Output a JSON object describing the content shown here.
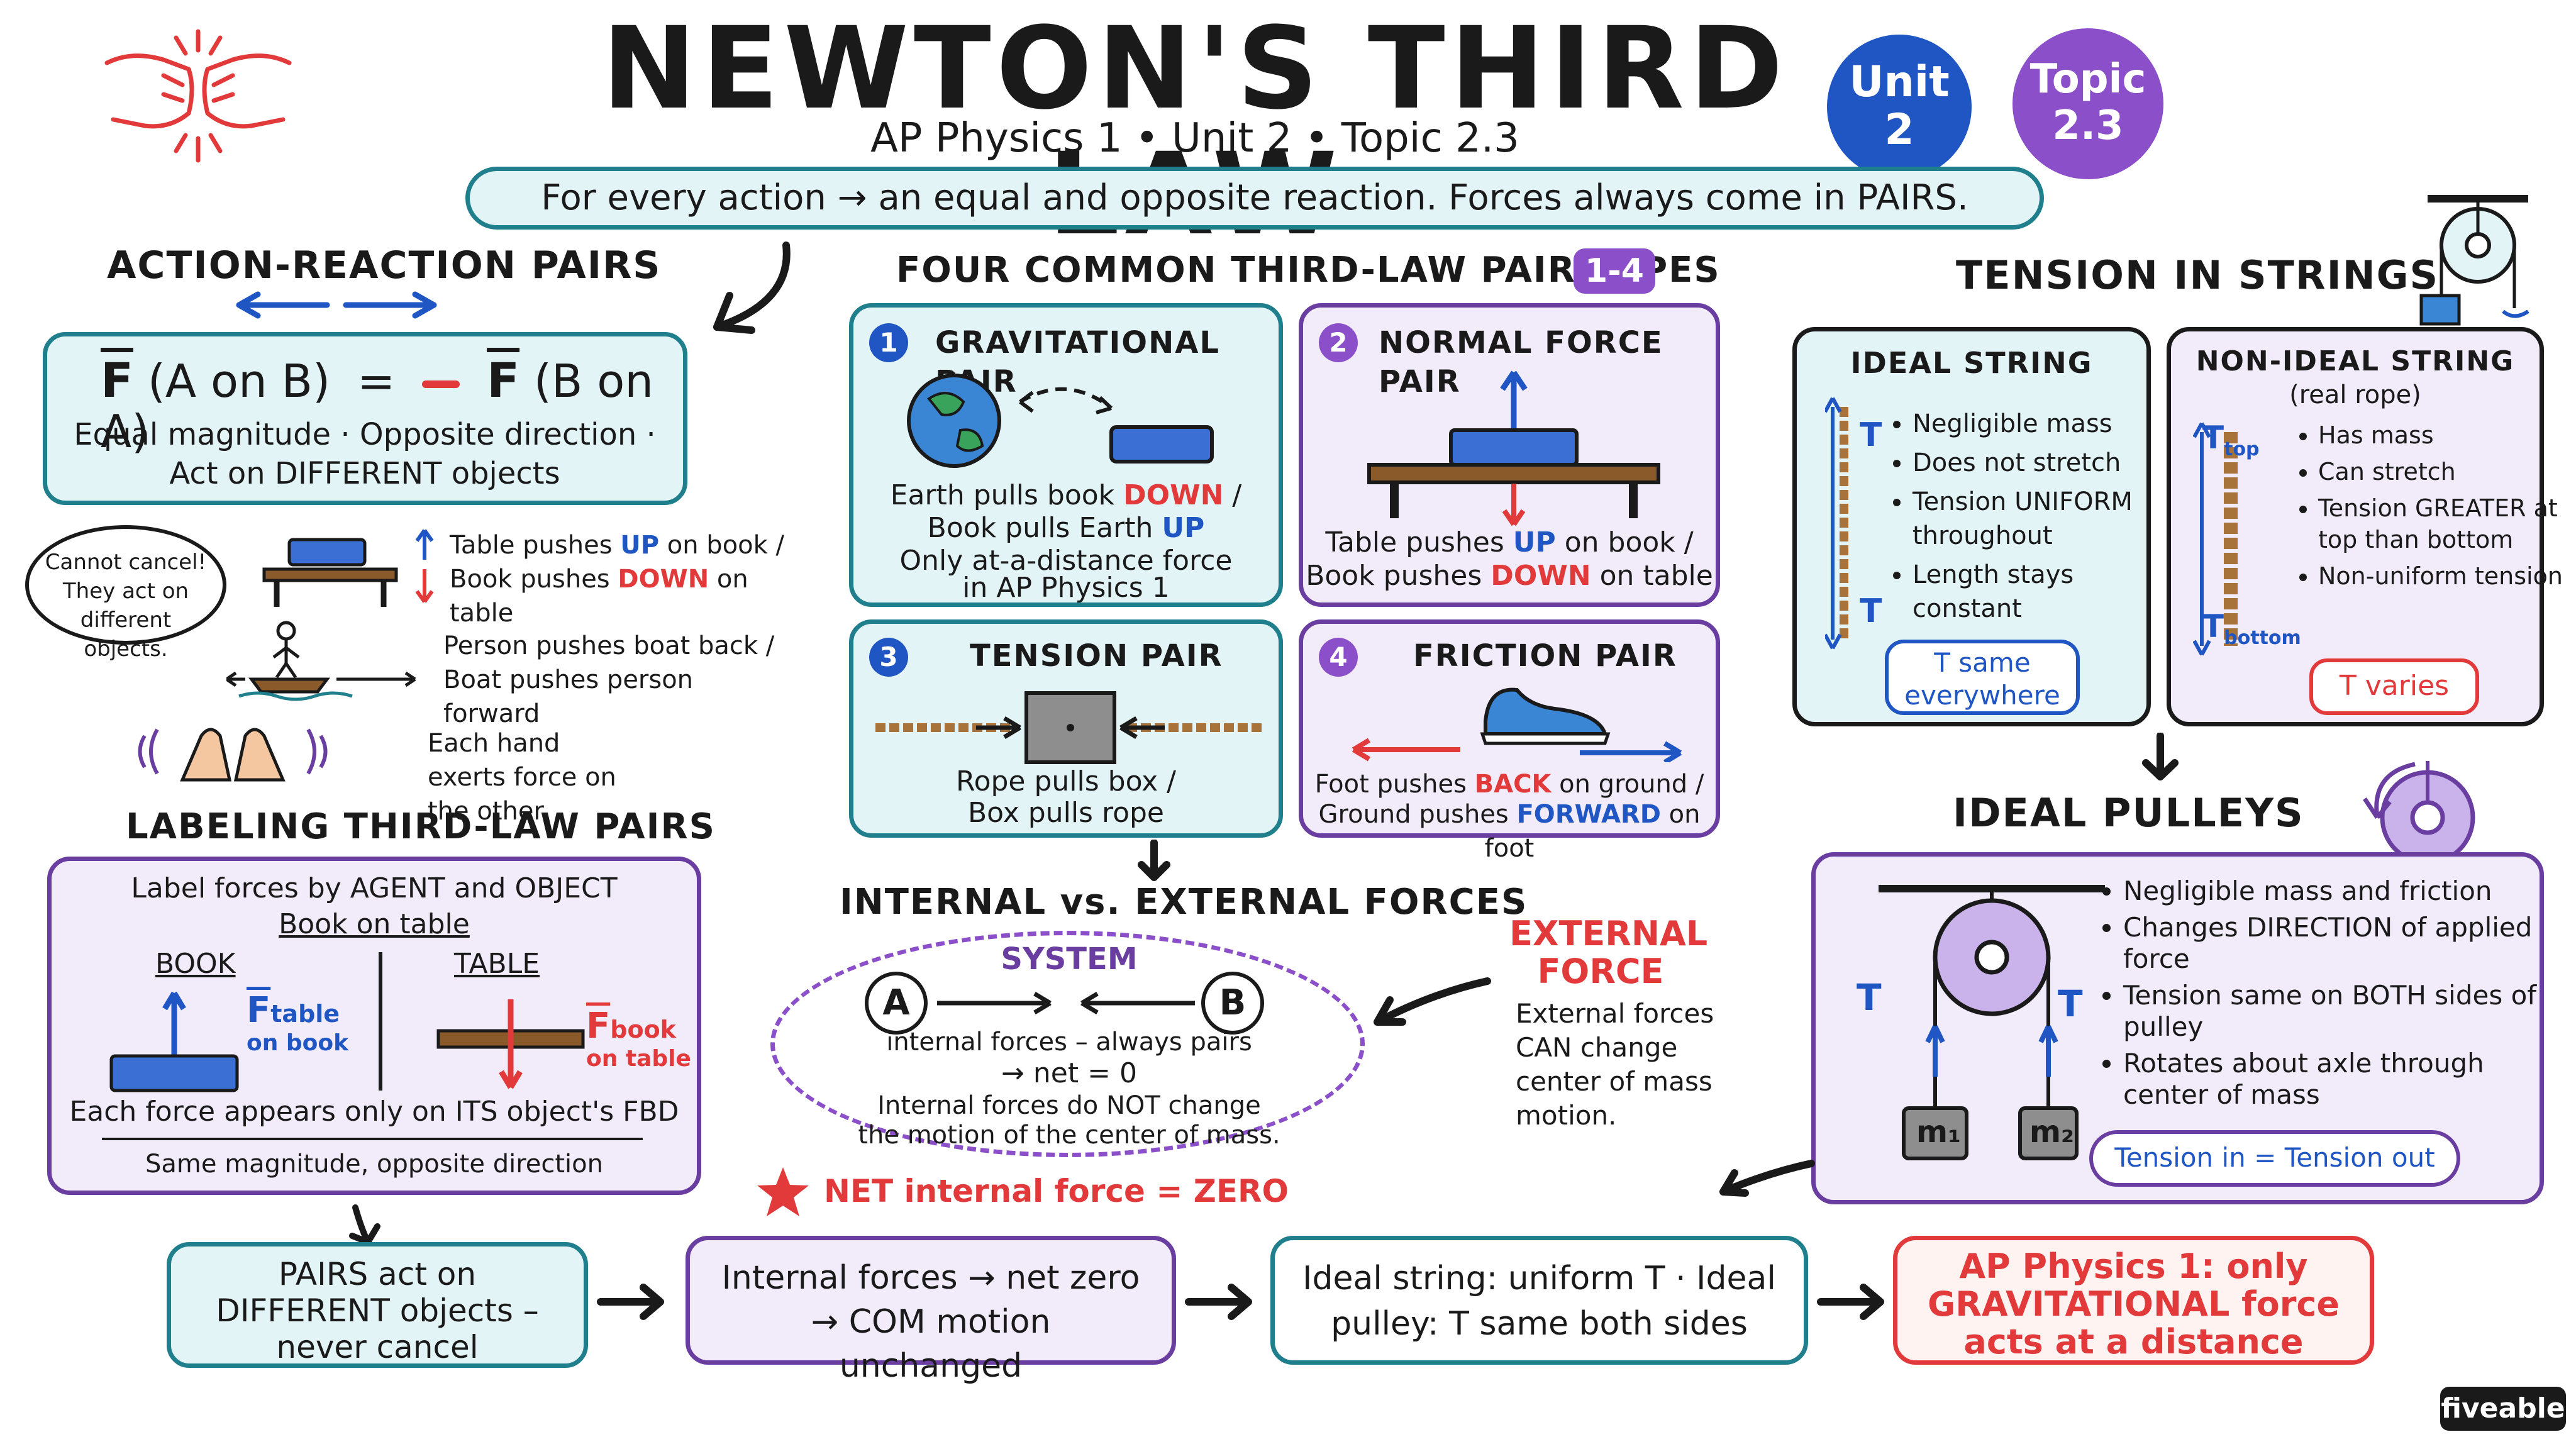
{
  "title": "NEWTON'S THIRD LAW",
  "subtitle": "AP Physics 1 • Unit 2 • Topic 2.3",
  "badges": {
    "unit": "Unit\n2",
    "topic": "Topic\n2.3"
  },
  "banner": "For every action → an equal and opposite reaction. Forces always come in PAIRS.",
  "action_reaction": {
    "heading": "ACTION-REACTION PAIRS",
    "formula_left": "(A on B)",
    "formula_eq": "=",
    "formula_right": "(B on A)",
    "formula_f": "F",
    "desc": "Equal magnitude · Opposite direction · Act on DIFFERENT objects",
    "cannot_cancel": "Cannot cancel! They act on different objects.",
    "ex1_a": "Table pushes ",
    "ex1_up": "UP",
    "ex1_b": " on book /",
    "ex1_c": "Book pushes ",
    "ex1_down": "DOWN",
    "ex1_d": " on table",
    "ex2": "Person pushes boat back / Boat pushes person forward",
    "ex3": "Each hand exerts force on the other"
  },
  "labeling": {
    "heading": "LABELING THIRD-LAW PAIRS",
    "line1": "Label forces by AGENT and OBJECT",
    "line2": "Book on table",
    "book": "BOOK",
    "table": "TABLE",
    "f_table_sub": "table",
    "f_table_on": "on book",
    "f_book_sub": "book",
    "f_book_on": "on table",
    "f_letter": "F",
    "note1": "Each force appears only on ITS object's FBD",
    "note2": "Same magnitude, opposite direction"
  },
  "pair_types": {
    "heading": "FOUR COMMON THIRD-LAW PAIR TYPES",
    "tag": "1-4",
    "grav": {
      "num": "1",
      "title": "GRAVITATIONAL PAIR",
      "l1a": "Earth pulls book ",
      "l1b": "DOWN",
      "l1c": " /",
      "l2a": "Book pulls Earth ",
      "l2b": "UP",
      "l3": "Only at-a-distance force",
      "l4": "in AP Physics 1"
    },
    "normal": {
      "num": "2",
      "title": "NORMAL FORCE PAIR",
      "l1a": "Table pushes ",
      "l1b": "UP",
      "l1c": " on book /",
      "l2a": "Book pushes ",
      "l2b": "DOWN",
      "l2c": " on table"
    },
    "tension": {
      "num": "3",
      "title": "TENSION PAIR",
      "l1": "Rope pulls box /",
      "l2": "Box pulls rope"
    },
    "friction": {
      "num": "4",
      "title": "FRICTION PAIR",
      "l1a": "Foot pushes ",
      "l1b": "BACK",
      "l1c": " on ground /",
      "l2a": "Ground pushes ",
      "l2b": "FORWARD",
      "l2c": " on foot"
    }
  },
  "internal": {
    "heading": "INTERNAL vs. EXTERNAL FORCES",
    "system": "SYSTEM",
    "a": "A",
    "b": "B",
    "l1": "internal forces – always pairs",
    "l2": "→ net = 0",
    "l3": "Internal forces do NOT change",
    "l4": "the motion of the center of mass.",
    "ext_title": "EXTERNAL FORCE",
    "ext_desc": "External forces CAN change center of mass motion.",
    "star_text": "NET internal force = ZERO"
  },
  "tension_strings": {
    "heading": "TENSION IN STRINGS",
    "ideal_title": "IDEAL STRING",
    "ideal_items": [
      "Negligible mass",
      "Does not stretch",
      "Tension UNIFORM throughout",
      "Length stays constant"
    ],
    "ideal_t": "T",
    "ideal_note": "T same everywhere",
    "non_title": "NON-IDEAL STRING",
    "non_sub": "(real rope)",
    "non_items": [
      "Has mass",
      "Can stretch",
      "Tension GREATER at top than bottom",
      "Non-uniform tension"
    ],
    "t_top_sub": "top",
    "t_bottom_sub": "bottom",
    "non_note": "T varies"
  },
  "pulleys": {
    "heading": "IDEAL PULLEYS",
    "items": [
      "Negligible mass and friction",
      "Changes DIRECTION of applied force",
      "Tension same on BOTH sides of pulley",
      "Rotates about axle through center of mass"
    ],
    "t": "T",
    "m1": "m₁",
    "m2": "m₂",
    "note": "Tension in = Tension out"
  },
  "summary": [
    "PAIRS act on DIFFERENT objects – never cancel",
    "Internal forces → net zero → COM motion unchanged",
    "Ideal string: uniform T · Ideal pulley: T same both sides",
    "AP Physics 1: only GRAVITATIONAL force acts at a distance"
  ],
  "brand": "fiveable",
  "colors": {
    "blue": "#1f56c3",
    "red": "#e23a3a",
    "purple": "#6a3ea1",
    "teal": "#1f7f8c"
  }
}
